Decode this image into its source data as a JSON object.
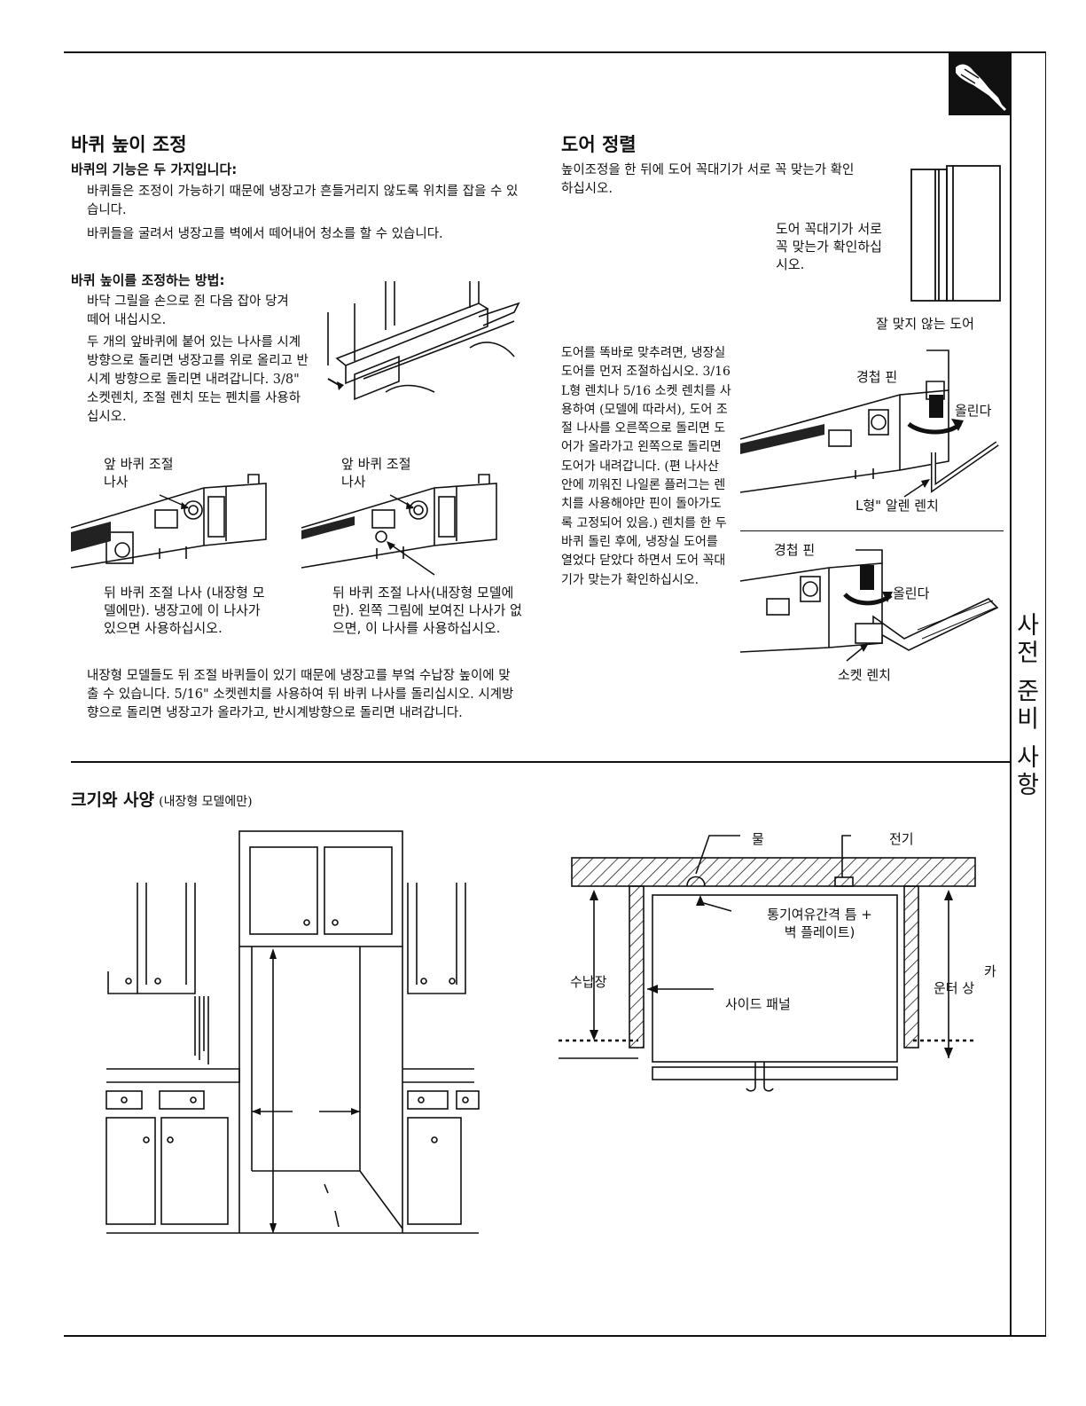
{
  "side_tab": {
    "label": "사전 준비 사항"
  },
  "caster": {
    "title": "바퀴 높이 조정",
    "functions_head": "바퀴의 기능은 두 가지입니다:",
    "functions_p1": "바퀴들은 조정이 가능하기 때문에 냉장고가 흔들거리지 않도록 위치를 잡을 수 있습니다.",
    "functions_p2": "바퀴들을 굴려서 냉장고를 벽에서 떼어내어 청소를 할 수 있습니다.",
    "howto_head": "바퀴 높이를 조정하는 방법:",
    "howto_p1": "바닥 그릴을 손으로 쥔 다음 잡아 당겨 떼어 내십시오.",
    "howto_p2": "두 개의 앞바퀴에 붙어 있는 나사를 시계방향으로 돌리면 냉장고를 위로 올리고 반시계 방향으로 돌리면 내려갑니다. 3/8\" 소켓렌치, 조절 렌치 또는 펜치를 사용하십시오.",
    "front_screw_left": "앞 바퀴 조절 나사",
    "front_screw_right": "앞 바퀴 조절 나사",
    "rear_screw_left": "뒤 바퀴 조절 나사 (내장형 모델에만). 냉장고에 이 나사가 있으면 사용하십시오.",
    "rear_screw_right": "뒤 바퀴 조절 나사(내장형 모델에만). 왼쪽 그림에 보여진 나사가 없으면, 이 나사를 사용하십시오.",
    "builtin_note": "내장형 모델들도 뒤 조절 바퀴들이 있기 때문에 냉장고를 부엌 수납장 높이에 맞출 수 있습니다. 5/16\" 소켓렌치를 사용하여 뒤 바퀴 나사를 돌리십시오. 시계방향으로 돌리면 냉장고가 올라가고, 반시계방향으로 돌리면 내려갑니다."
  },
  "door": {
    "title": "도어 정렬",
    "intro": "높이조정을 한 뒤에 도어 꼭대기가 서로 꼭 맞는가 확인하십시오.",
    "check_tops": "도어 꼭대기가 서로 꼭 맞는가 확인하십시오.",
    "misaligned": "잘 맞지 않는 도어",
    "body": "도어를 똑바로 맞추려면, 냉장실 도어를 먼저 조절하십시오. 3/16 L형 렌치나 5/16 소켓 렌치를 사용하여 (모델에 따라서), 도어 조절 나사를 오른쪽으로 돌리면 도어가 올라가고 왼쪽으로 돌리면 도어가 내려갑니다. (편 나사산 안에 끼워진 나일론 플러그는 렌치를 사용해야만 핀이 돌아가도록 고정되어 있음.) 렌치를 한 두바퀴 돌린 후에, 냉장실 도어를 열었다 닫았다 하면서 도어 꼭대기가 맞는가 확인하십시오.",
    "hinge_pin_1": "경첩 핀",
    "raise_1": "올린다",
    "allen": "L형\" 알렌 렌치",
    "hinge_pin_2": "경첩 핀",
    "raise_2": "올린다",
    "socket": "소켓 렌치"
  },
  "dims": {
    "title": "크기와 사양",
    "subtitle": "(내장형 모델에만)",
    "water": "물",
    "electric": "전기",
    "clearance": "통기여유간격 틈 + 벽 플레이트)",
    "cabinet": "수납장",
    "side_panel": "사이드 패널",
    "counter_a": "카",
    "counter_b": "운터 상"
  }
}
